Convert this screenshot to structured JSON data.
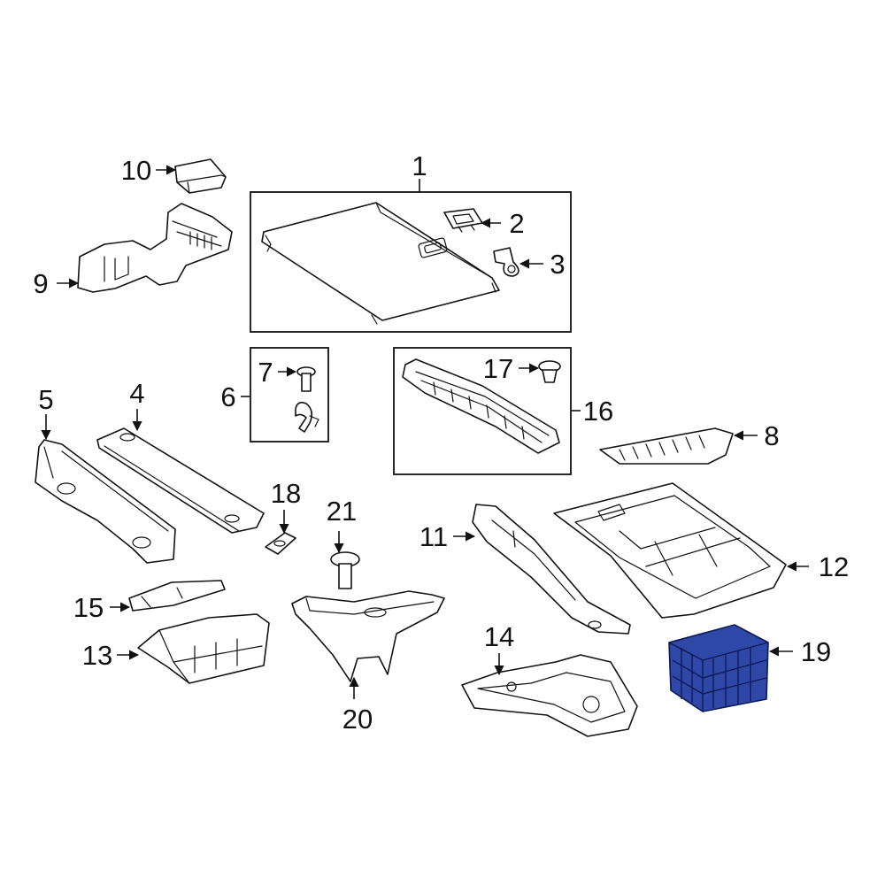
{
  "colors": {
    "line": "#111111",
    "highlight": "#2f48a8",
    "highlight_edge": "#0d1a55",
    "background": "#ffffff"
  },
  "callouts": {
    "c1": "1",
    "c2": "2",
    "c3": "3",
    "c4": "4",
    "c5": "5",
    "c6": "6",
    "c7": "7",
    "c8": "8",
    "c9": "9",
    "c10": "10",
    "c11": "11",
    "c12": "12",
    "c13": "13",
    "c14": "14",
    "c15": "15",
    "c16": "16",
    "c17": "17",
    "c18": "18",
    "c19": "19",
    "c20": "20",
    "c21": "21"
  },
  "highlighted_part": "19"
}
